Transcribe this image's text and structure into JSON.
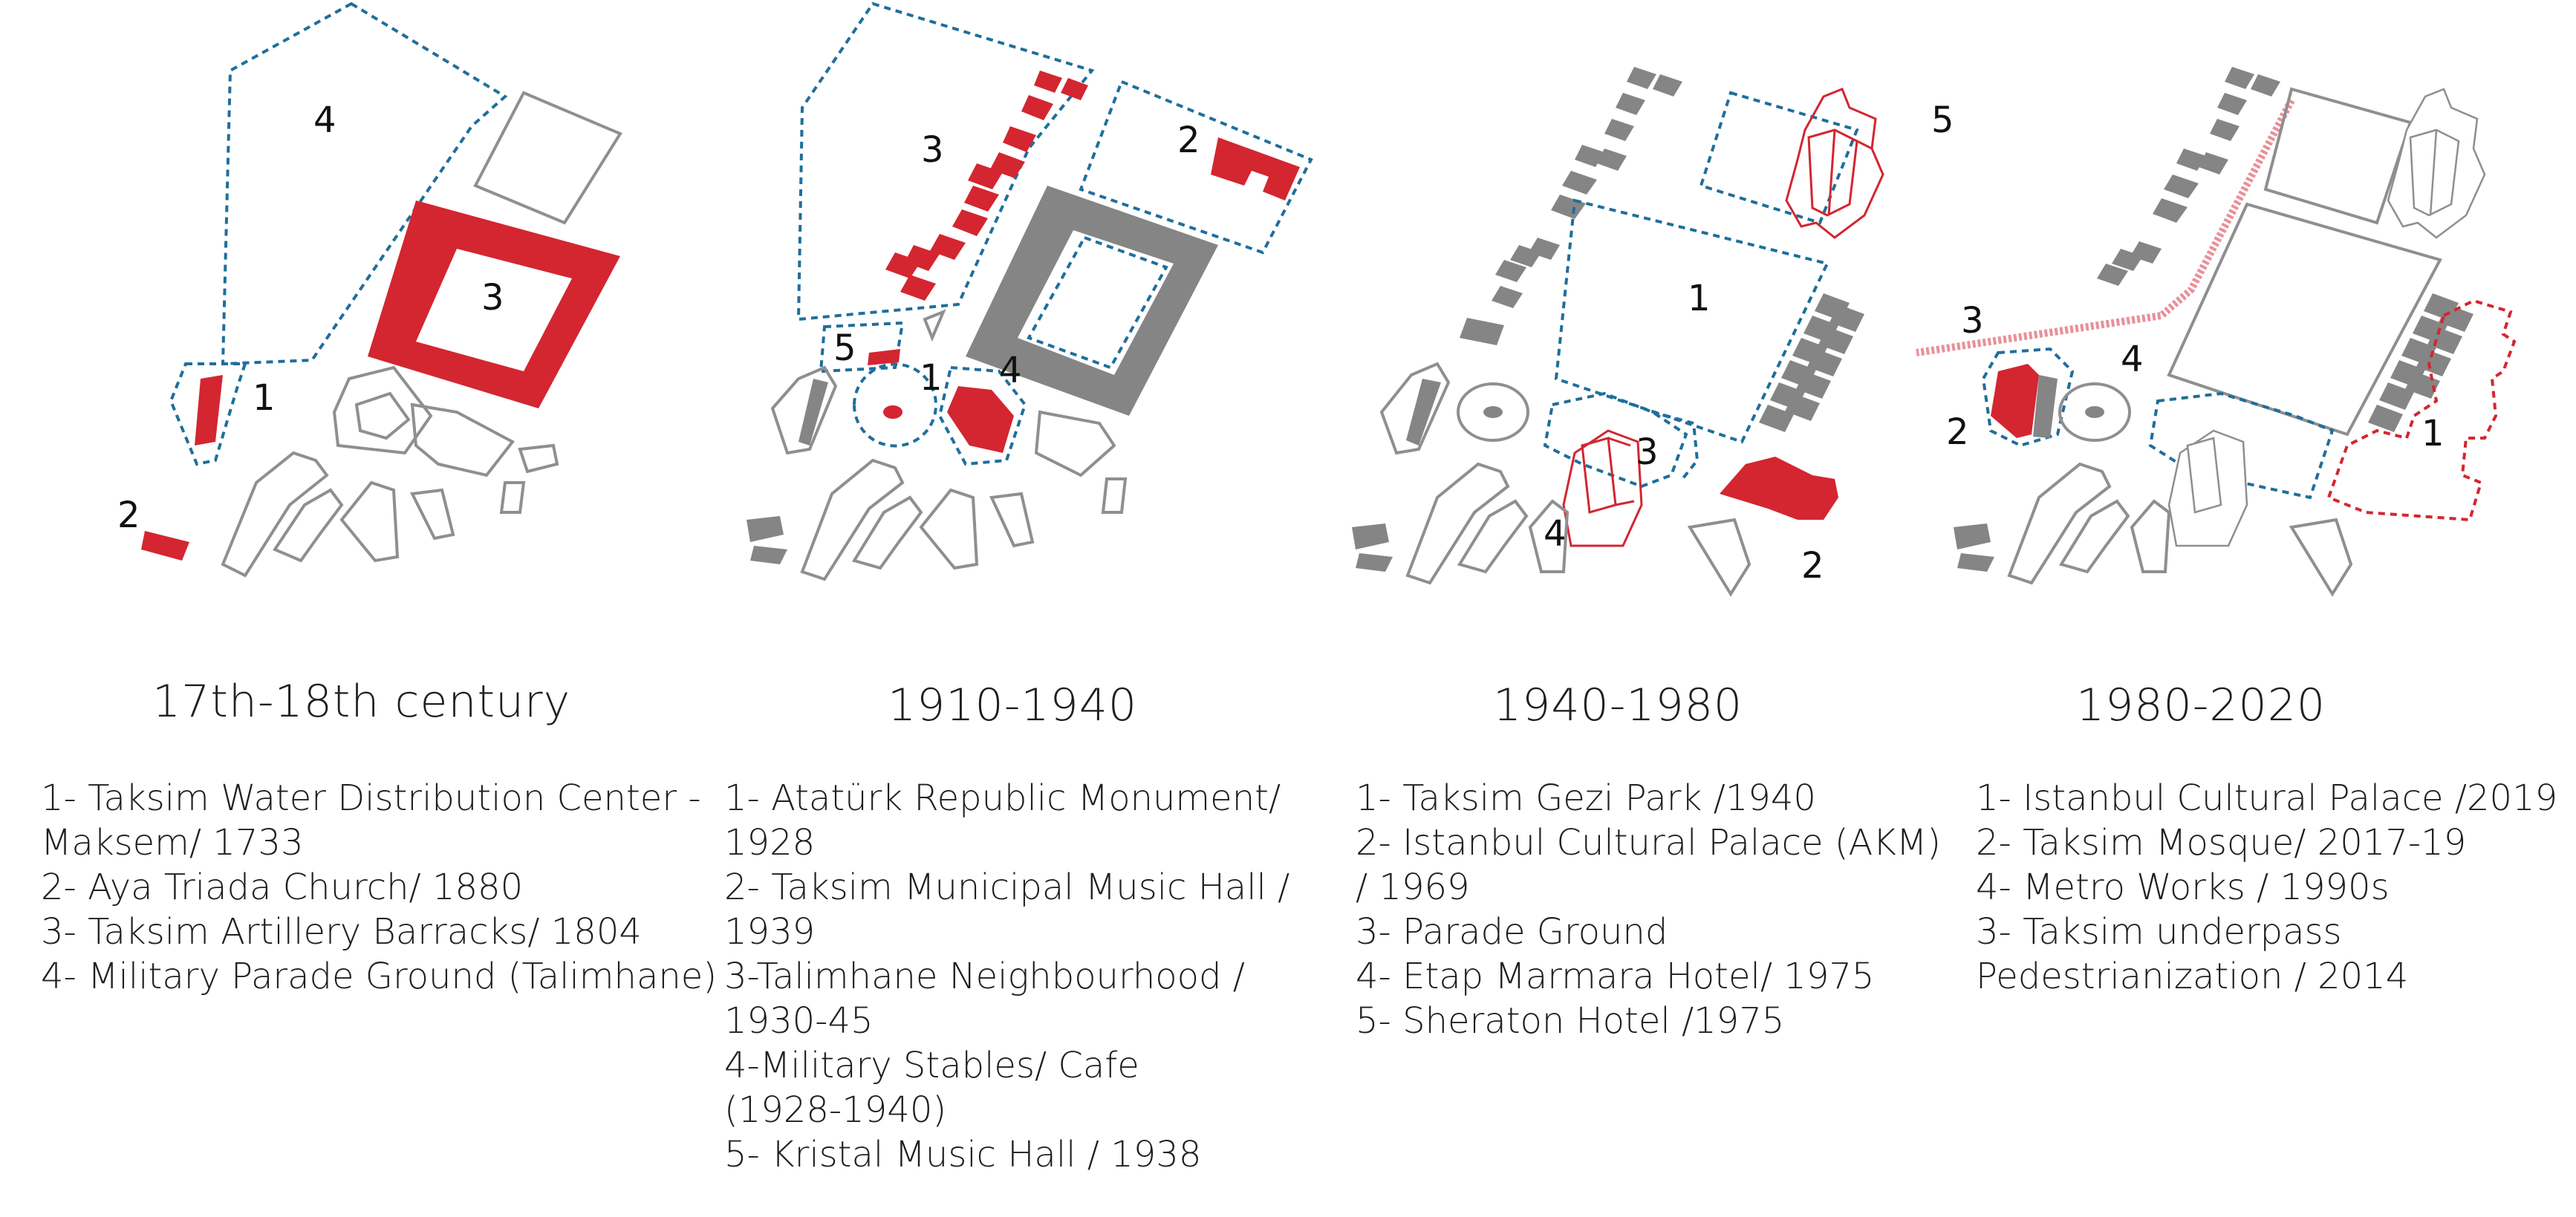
{
  "panels": [
    {
      "title": "17th-18th century",
      "legend": [
        "1- Taksim Water Distribution Center -",
        "Maksem/ 1733",
        "2- Aya Triada Church/ 1880",
        "3- Taksim Artillery Barracks/ 1804",
        "4- Military Parade Ground (Talimhane)"
      ],
      "labels": [
        "1",
        "2",
        "3",
        "4"
      ]
    },
    {
      "title": "1910-1940",
      "legend": [
        "1- Atatürk Republic Monument/",
        "1928",
        "2- Taksim Municipal Music Hall /",
        "1939",
        "3-Talimhane Neighbourhood /",
        "1930-45",
        "4-Military Stables/ Cafe",
        "(1928-1940)",
        "5- Kristal Music Hall / 1938"
      ],
      "labels": [
        "1",
        "2",
        "3",
        "4",
        "5"
      ]
    },
    {
      "title": "1940-1980",
      "legend": [
        "1- Taksim Gezi Park /1940",
        "2- Istanbul Cultural Palace (AKM)",
        "/ 1969",
        "3- Parade Ground",
        "4- Etap Marmara Hotel/ 1975",
        "5- Sheraton Hotel /1975"
      ],
      "labels": [
        "1",
        "2",
        "3",
        "4",
        "5"
      ]
    },
    {
      "title": "1980-2020",
      "legend": [
        "1- Istanbul Cultural Palace /2019",
        "2- Taksim Mosque/ 2017-19",
        "4- Metro Works / 1990s",
        "3- Taksim underpass",
        "Pedestrianization / 2014"
      ],
      "labels": [
        "1",
        "2",
        "3",
        "4"
      ]
    }
  ],
  "colors": {
    "highlight_red": "#d32630",
    "boundary_blue": "#1f6e9b",
    "building_grey": "#858585",
    "outline_grey": "#8f8f8f"
  }
}
